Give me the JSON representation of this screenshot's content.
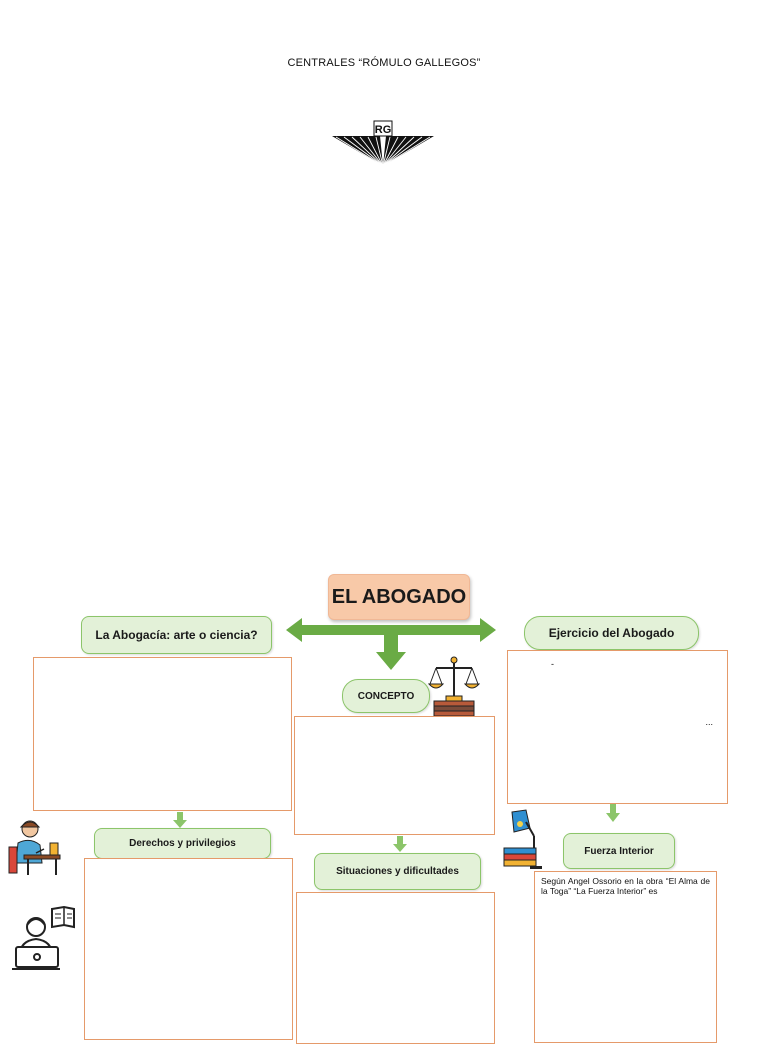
{
  "header": {
    "institution": "CENTRALES  “RÓMULO GALLEGOS”"
  },
  "logo": {
    "icon": "rg-wings-logo-icon",
    "letters": "RG"
  },
  "diagram": {
    "title": "EL ABOGADO",
    "left_heading": "La Abogacía: arte o ciencia?",
    "center_heading": "CONCEPTO",
    "right_heading": "Ejercicio del Abogado",
    "left_sub": "Derechos y privilegios",
    "center_sub": "Situaciones y dificultades",
    "right_sub": "Fuerza Interior",
    "right_box_marks": {
      "top": "-",
      "bottom": "..."
    },
    "fuerza_text": "Según Angel Ossorio en la obra “El Alma de la Toga” “La Fuerza Interior” es",
    "colors": {
      "title_fill": "#f8c9a8",
      "pill_fill": "#e3f1d8",
      "arrow": "#6aab45",
      "box_border": "#e59a6a"
    }
  },
  "icons": [
    "scales-of-justice-icon",
    "student-writing-icon",
    "student-laptop-icon",
    "lamp-books-icon"
  ]
}
